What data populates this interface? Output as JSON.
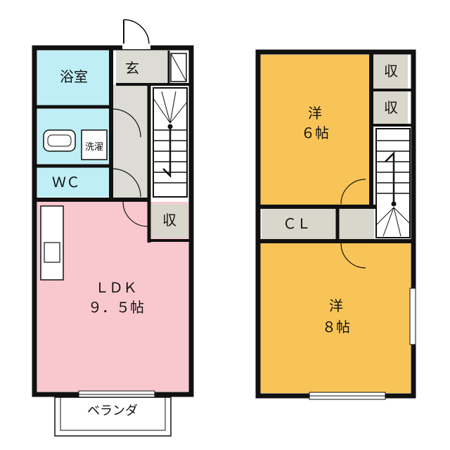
{
  "colors": {
    "wall": "#111111",
    "wet_area": "#bfeef6",
    "ldk": "#f9c8cf",
    "western": "#f8c457",
    "storage": "#d9d6cc",
    "hall": "#dcdcd4"
  },
  "floor1": {
    "bath": "浴室",
    "entrance": "玄",
    "laundry": "洗濯",
    "toilet": "ＷＣ",
    "storage": "収",
    "ldk_name": "ＬＤＫ",
    "ldk_size": "９．５帖",
    "balcony": "ベランダ"
  },
  "floor2": {
    "room1_name": "洋",
    "room1_size": "６帖",
    "storage_a": "収",
    "storage_b": "収",
    "closet": "ＣＬ",
    "room2_name": "洋",
    "room2_size": "８帖"
  }
}
